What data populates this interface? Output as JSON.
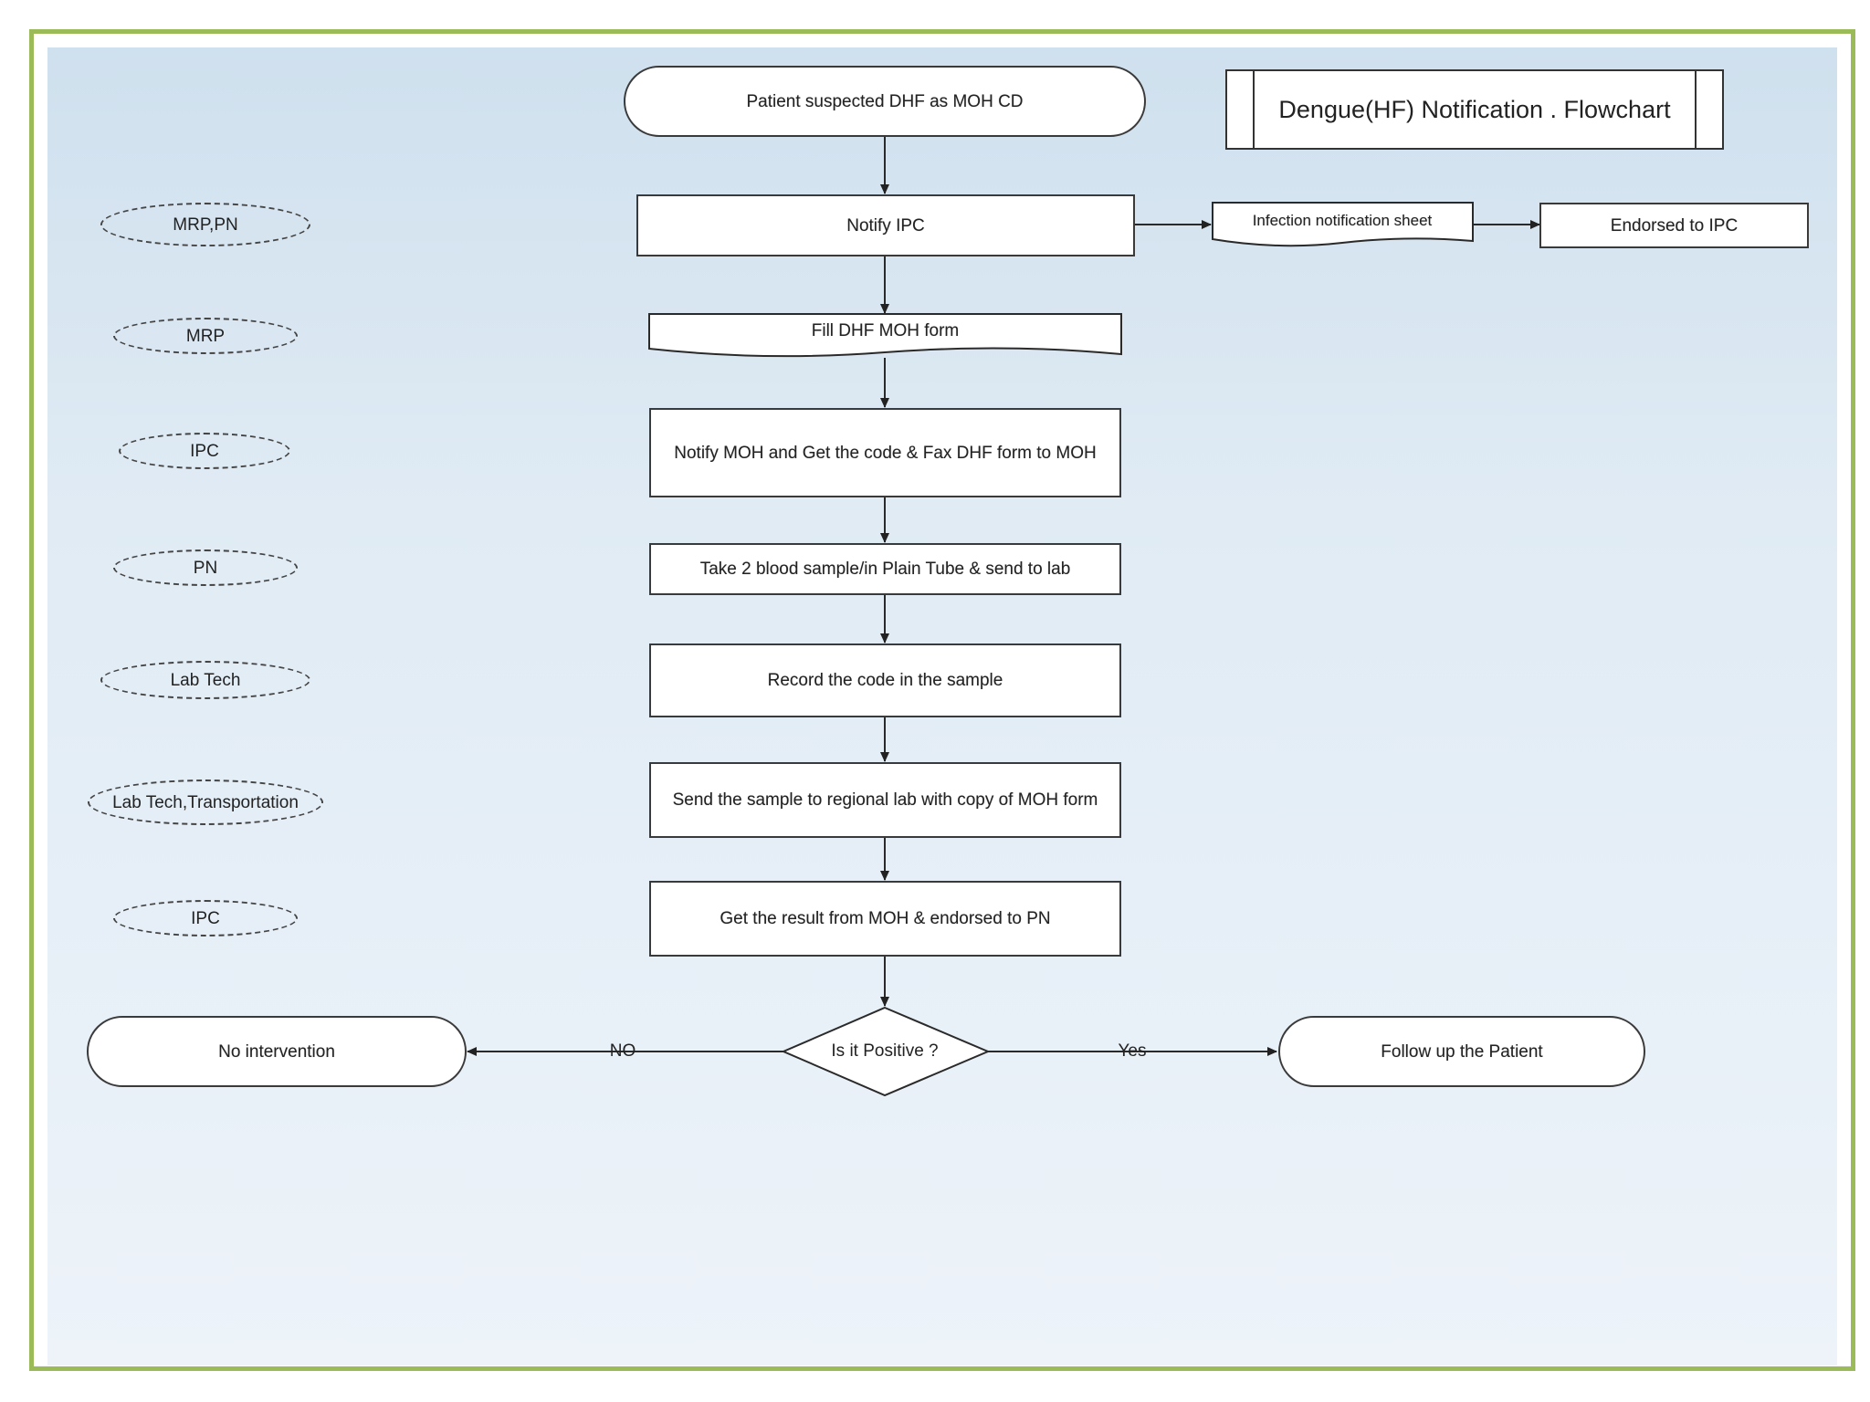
{
  "title": "Dengue(HF) Notification . Flowchart",
  "nodes": {
    "start": "Patient suspected DHF  as MOH CD",
    "notify_ipc": "Notify IPC",
    "infection_sheet": "Infection notification sheet",
    "endorsed_ipc": "Endorsed to IPC",
    "fill_form": "Fill DHF MOH form",
    "notify_moh": "Notify MOH and Get the code & Fax DHF form to MOH",
    "blood_sample": "Take 2 blood sample/in Plain Tube & send to lab",
    "record_code": "Record the code in the sample",
    "send_sample": "Send the sample to regional lab with copy of MOH form",
    "get_result": "Get the result from MOH & endorsed to PN",
    "decision": "Is it Positive ?",
    "no_intervention": "No intervention",
    "follow_up": "Follow up the Patient"
  },
  "edge_labels": {
    "no": "NO",
    "yes": "Yes"
  },
  "roles": [
    "MRP,PN",
    "MRP",
    "IPC",
    "PN",
    "Lab Tech",
    "Lab Tech,Transportation",
    "IPC"
  ]
}
